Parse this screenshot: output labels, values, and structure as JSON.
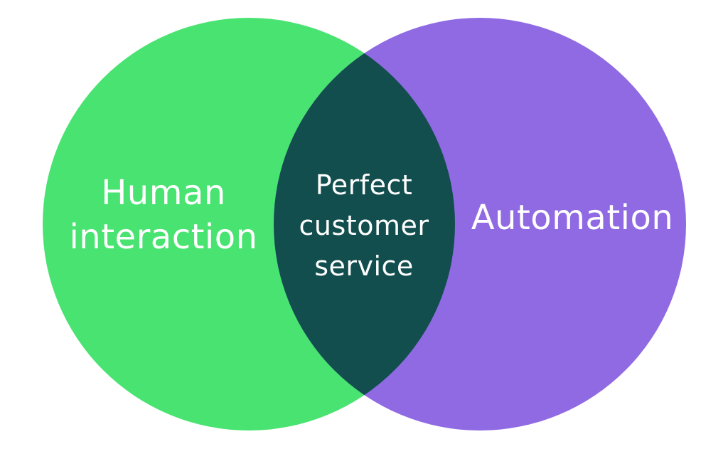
{
  "diagram": {
    "sets": [
      {
        "id": "left",
        "lines": [
          "Human",
          "interaction"
        ],
        "color": "#48E370"
      },
      {
        "id": "right",
        "lines": [
          "Automation"
        ],
        "color": "#8F6AE3"
      }
    ],
    "intersection": {
      "lines": [
        "Perfect",
        "customer",
        "service"
      ],
      "color": "#134E4E"
    }
  }
}
